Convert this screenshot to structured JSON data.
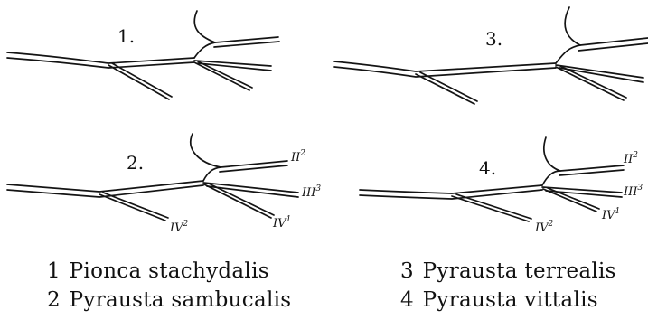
{
  "panels": [
    {
      "number": "1.",
      "vein_labels": []
    },
    {
      "number": "2.",
      "vein_labels": [
        {
          "numeral": "II",
          "sup": "2"
        },
        {
          "numeral": "III",
          "sup": "3"
        },
        {
          "numeral": "IV",
          "sup": "1"
        },
        {
          "numeral": "IV",
          "sup": "2"
        }
      ]
    },
    {
      "number": "3.",
      "vein_labels": []
    },
    {
      "number": "4.",
      "vein_labels": [
        {
          "numeral": "II",
          "sup": "2"
        },
        {
          "numeral": "III",
          "sup": "3"
        },
        {
          "numeral": "IV",
          "sup": "1"
        },
        {
          "numeral": "IV",
          "sup": "2"
        }
      ]
    }
  ],
  "captions": [
    {
      "number": "1",
      "species": "Pionca stachydalis"
    },
    {
      "number": "2",
      "species": "Pyrausta sambucalis"
    },
    {
      "number": "3",
      "species": "Pyrausta terrealis"
    },
    {
      "number": "4",
      "species": "Pyrausta vittalis"
    }
  ]
}
